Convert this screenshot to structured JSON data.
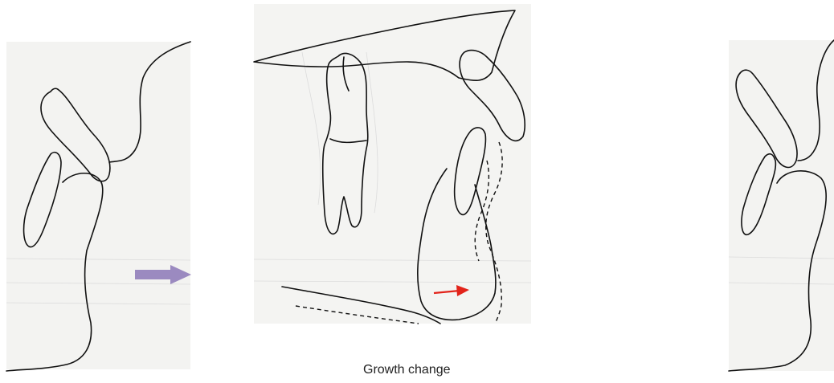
{
  "caption": "Growth change",
  "colors": {
    "transition_arrow": "#9b8ac0",
    "growth_arrow": "#e2231a",
    "outline": "#111111"
  },
  "figure": {
    "panels": [
      "before-profile",
      "growth-change",
      "after-profile"
    ]
  }
}
